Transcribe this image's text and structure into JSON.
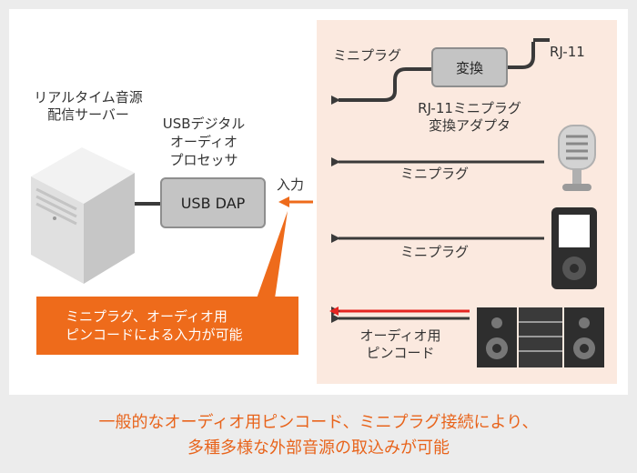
{
  "server": {
    "label_line1": "リアルタイム音源",
    "label_line2": "配信サーバー"
  },
  "dap": {
    "title_line1": "USBデジタル",
    "title_line2": "オーディオ",
    "title_line3": "プロセッサ",
    "box_label": "USB DAP",
    "input_label": "入力"
  },
  "converter": {
    "box_label": "変換",
    "rj11_label": "RJ-11",
    "miniplug_label": "ミニプラグ",
    "caption_line1": "RJ-11ミニプラグ",
    "caption_line2": "変換アダプタ"
  },
  "sources": {
    "mic_line_label": "ミニプラグ",
    "player_line_label": "ミニプラグ",
    "audio_line_label1": "オーディオ用",
    "audio_line_label2": "ピンコード"
  },
  "callout": {
    "line1": "ミニプラグ、オーディオ用",
    "line2": "ピンコードによる入力が可能"
  },
  "caption": {
    "line1": "一般的なオーディオ用ピンコード、ミニプラグ接続により、",
    "line2": "多種多様な外部音源の取込みが可能"
  },
  "colors": {
    "accent": "#ee6b1b",
    "cable": "#3a3a3a",
    "red_cable": "#e52521",
    "pink_bg": "#fbe9df"
  }
}
